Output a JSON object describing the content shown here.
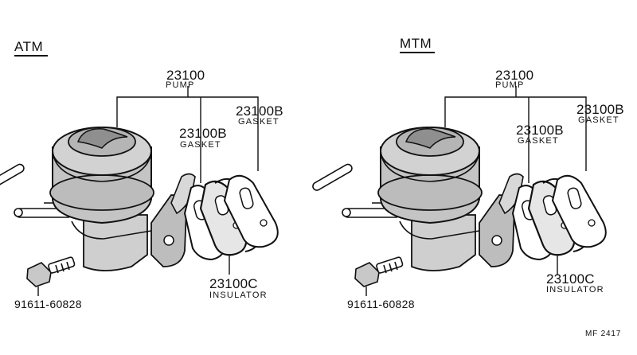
{
  "panels": [
    {
      "title": "ATM",
      "pump_number": "23100",
      "pump_name": "PUMP",
      "gasket_outer_number": "23100B",
      "gasket_outer_name": "GASKET",
      "gasket_inner_number": "23100B",
      "gasket_inner_name": "GASKET",
      "insulator_number": "23100C",
      "insulator_name": "INSULATOR",
      "bolt_number": "91611-60828"
    },
    {
      "title": "MTM",
      "pump_number": "23100",
      "pump_name": "PUMP",
      "gasket_outer_number": "23100B",
      "gasket_outer_name": "GASKET",
      "gasket_inner_number": "23100B",
      "gasket_inner_name": "GASKET",
      "insulator_number": "23100C",
      "insulator_name": "INSULATOR",
      "bolt_number": "91611-60828"
    }
  ],
  "figure_ref": "MF 2417"
}
